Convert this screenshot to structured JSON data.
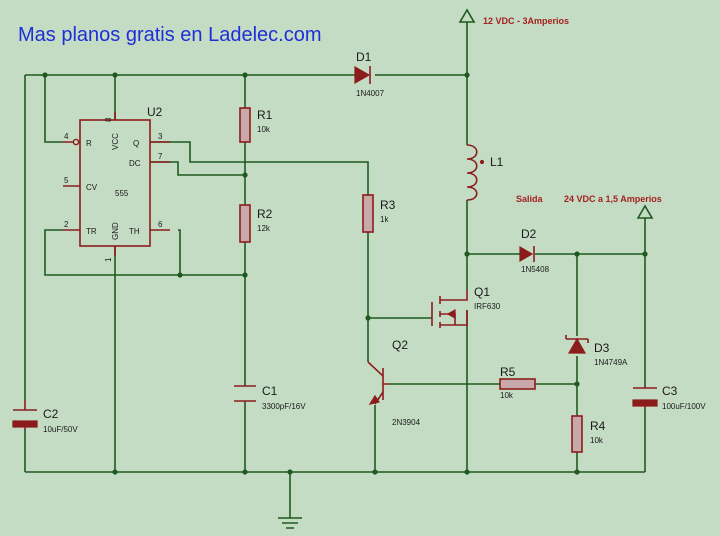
{
  "title": "Mas planos gratis en Ladelec.com",
  "input_label": "12 VDC - 3Amperios",
  "output_label_a": "Salida",
  "output_label_b": "24 VDC a 1,5 Amperios",
  "u2": {
    "ref": "U2",
    "part": "555",
    "pins": {
      "r": "R",
      "vcc": "VCC",
      "q": "Q",
      "dc": "DC",
      "cv": "CV",
      "tr": "TR",
      "gnd": "GND",
      "th": "TH"
    },
    "pin_numbers": {
      "r": "4",
      "vcc": "8",
      "q": "3",
      "dc": "7",
      "cv": "5",
      "tr": "2",
      "gnd": "1",
      "th": "6"
    }
  },
  "components": {
    "d1": {
      "ref": "D1",
      "value": "1N4007"
    },
    "r1": {
      "ref": "R1",
      "value": "10k"
    },
    "r2": {
      "ref": "R2",
      "value": "12k"
    },
    "r3": {
      "ref": "R3",
      "value": "1k"
    },
    "r4": {
      "ref": "R4",
      "value": "10k"
    },
    "r5": {
      "ref": "R5",
      "value": "10k"
    },
    "c1": {
      "ref": "C1",
      "value": "3300pF/16V"
    },
    "c2": {
      "ref": "C2",
      "value": "10uF/50V"
    },
    "c3": {
      "ref": "C3",
      "value": "100uF/100V"
    },
    "l1": {
      "ref": "L1"
    },
    "d2": {
      "ref": "D2",
      "value": "1N5408"
    },
    "d3": {
      "ref": "D3",
      "value": "1N4749A"
    },
    "q1": {
      "ref": "Q1",
      "value": "IRF630"
    },
    "q2": {
      "ref": "Q2",
      "value": "2N3904"
    }
  },
  "colors": {
    "background": "#c4dcc4",
    "wire": "#1f5a1f",
    "part": "#8c1c1c",
    "title": "#1f2fd8",
    "label": "#a52020"
  }
}
